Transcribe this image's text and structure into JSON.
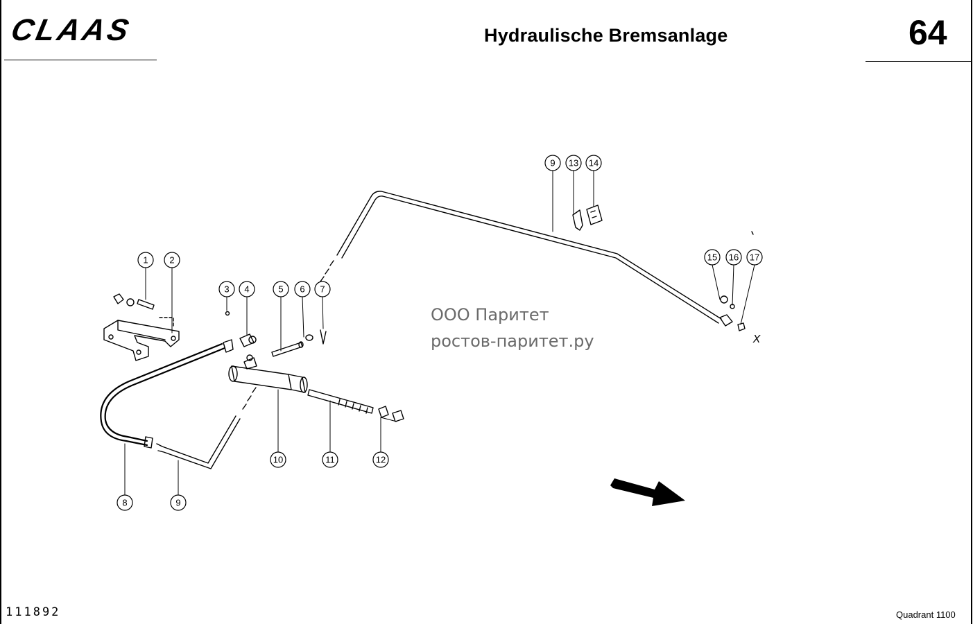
{
  "header": {
    "brand": "CLAAS",
    "title": "Hydraulische Bremsanlage",
    "page_number": "64"
  },
  "watermark": {
    "line1": "ООО Паритет",
    "line2": "ростов-паритет.ру"
  },
  "footer": {
    "drawing_number": "111892",
    "model": "Quadrant 1100"
  },
  "diagram": {
    "connection_label": "X",
    "callouts": [
      {
        "id": "c1",
        "label": "1"
      },
      {
        "id": "c2",
        "label": "2"
      },
      {
        "id": "c3",
        "label": "3"
      },
      {
        "id": "c4",
        "label": "4"
      },
      {
        "id": "c5",
        "label": "5"
      },
      {
        "id": "c6",
        "label": "6"
      },
      {
        "id": "c7",
        "label": "7"
      },
      {
        "id": "c8",
        "label": "8"
      },
      {
        "id": "c9a",
        "label": "9"
      },
      {
        "id": "c9b",
        "label": "9"
      },
      {
        "id": "c10",
        "label": "10"
      },
      {
        "id": "c11",
        "label": "11"
      },
      {
        "id": "c12",
        "label": "12"
      },
      {
        "id": "c13",
        "label": "13"
      },
      {
        "id": "c14",
        "label": "14"
      },
      {
        "id": "c15",
        "label": "15"
      },
      {
        "id": "c16",
        "label": "16"
      },
      {
        "id": "c17",
        "label": "17"
      }
    ]
  }
}
